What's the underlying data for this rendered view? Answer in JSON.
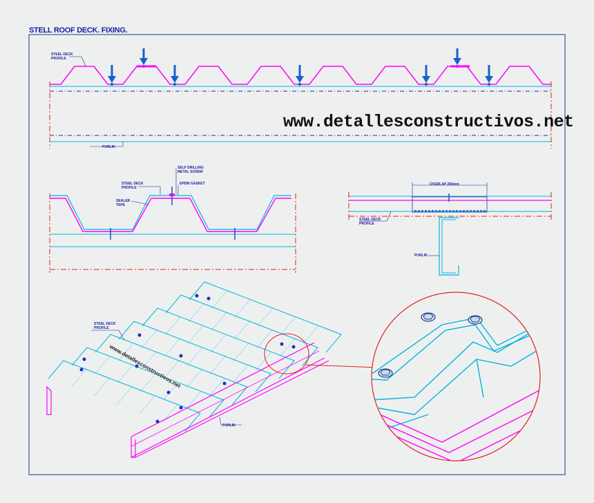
{
  "title": "STELL ROOF DECK. FIXING.",
  "watermark": "www.detallesconstructivos.net",
  "labels": {
    "top_steel_deck": "STEEL DECK\nPROFILE",
    "top_purlin": "PURLIN",
    "mid_steel_deck": "STEEL DECK\nPROFILE",
    "mid_self_drilling": "SELF DRILLING\nMETAL SCREW",
    "mid_epdm": "EPDM GASKET",
    "mid_sealer": "SEALER\nTAPE",
    "right_overlap": "OVERLAP 200mm",
    "right_steel_deck": "STEEL DECK\nPROFILE",
    "right_purlin": "PURLIN",
    "iso_steel_deck": "STEEL DECK\nPROFILE",
    "iso_purlin": "PURLIN"
  },
  "colors": {
    "background": "#eef0ef",
    "frame": "#1a3a8a",
    "deck": "#ff00ff",
    "cyan": "#00b4e0",
    "arrow": "#1a5fd0",
    "dashed": "#2020b0",
    "dashdot": "#e02020",
    "detail_circle": "#e02020"
  }
}
